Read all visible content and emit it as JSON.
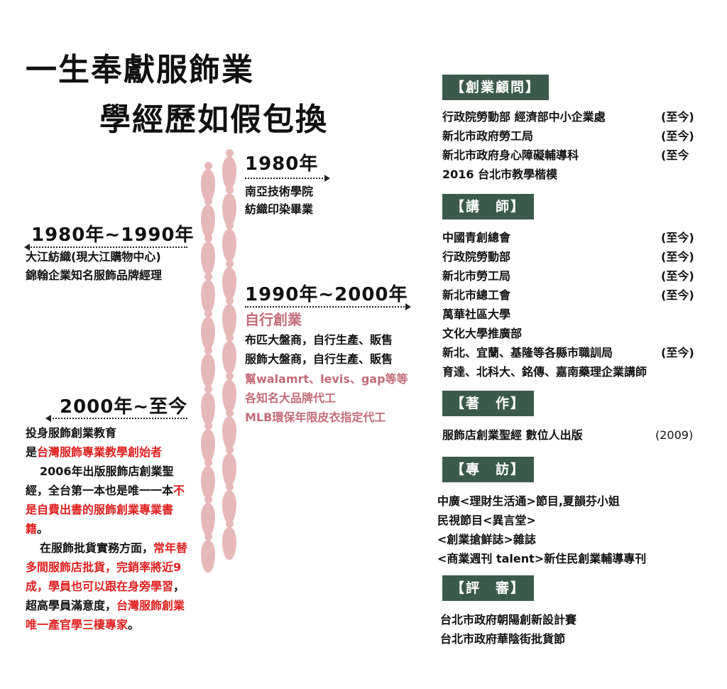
{
  "title": {
    "line1": "一生奉獻服飾業",
    "line2": "學經歷如假包換"
  },
  "timeline": {
    "y1980": {
      "year": "1980年",
      "lines": [
        "南亞技術學院",
        "紡織印染畢業"
      ]
    },
    "y1980_1990": {
      "year": "1980年~1990年",
      "lines": [
        "大江紡織(現大江購物中心)",
        "錦翰企業知名服飾品牌經理"
      ]
    },
    "y1990_2000": {
      "year": "1990年~2000年",
      "subtitle": "自行創業",
      "lines": [
        "布匹大盤商，自行生產、販售",
        "服飾大盤商，自行生產、販售"
      ],
      "pink_lines": [
        "幫walamrt、levis、gap等等",
        "各知名大品牌代工",
        "MLB環保年限皮衣指定代工"
      ]
    },
    "y2000_now": {
      "year": "2000年~至今",
      "p1": "投身服飾創業教育",
      "p2_prefix": "是",
      "p2_red": "台灣服飾專業教學創始者",
      "p3": "2006年出版服飾店創業聖經，全台第一本也是唯一一本",
      "p3_red": "不是自費出書的服飾創業專業書籍",
      "p3_end": "。",
      "p4": "在服飾批貨實務方面，",
      "p4_red": "常年替多間服飾店批貨，完銷率將近9成，學員也可以跟在身旁學習",
      "p4_mid": "，超高學員滿意度，",
      "p4_red2": "台灣服飾創業唯一產官學三棲專家",
      "p4_end": "。"
    }
  },
  "sections": {
    "consultant": {
      "label": "【創業顧問】",
      "rows": [
        {
          "name": "行政院勞動部  經濟部中小企業處",
          "until": "(至今)"
        },
        {
          "name": "新北市政府勞工局",
          "until": "(至今)"
        },
        {
          "name": "新北市政府身心障礙輔導科",
          "until": "(至今"
        }
      ],
      "award": "2016  台北市教學楷模"
    },
    "lecturer": {
      "label": "【講　師】",
      "rows": [
        {
          "name": "中國青創總會",
          "until": "(至今)"
        },
        {
          "name": "行政院勞動部",
          "until": "(至今)"
        },
        {
          "name": "新北市勞工局",
          "until": "(至今)"
        },
        {
          "name": "新北市總工會",
          "until": "(至今)"
        },
        {
          "name": "萬華社區大學",
          "until": ""
        },
        {
          "name": "文化大學推廣部",
          "until": ""
        },
        {
          "name": "新北、宜蘭、基隆等各縣市職訓局",
          "until": "(至今)"
        },
        {
          "name": "育達、北科大、銘傳、嘉南藥理企業講師",
          "until": ""
        }
      ]
    },
    "works": {
      "label": "【著　作】",
      "rows": [
        {
          "name": "服飾店創業聖經  數位人出版",
          "year": "(2009)"
        }
      ]
    },
    "interviews": {
      "label": "【專　訪】",
      "rows": [
        "中廣<理財生活通>節目,夏韻芬小姐",
        "民視節目<異言堂>",
        "<創業搶鮮誌>雜誌",
        "<商業週刊  talent>新住民創業輔導專刊"
      ]
    },
    "judge": {
      "label": "【評　審】",
      "rows": [
        "台北市政府朝陽創新設計賽",
        "台北市政府華陰街批貨節"
      ]
    }
  },
  "colors": {
    "tag_bg": "#3c5a4c",
    "red": "#e02020",
    "pink": "#c26c78",
    "footprint": "#e7b8b8"
  }
}
